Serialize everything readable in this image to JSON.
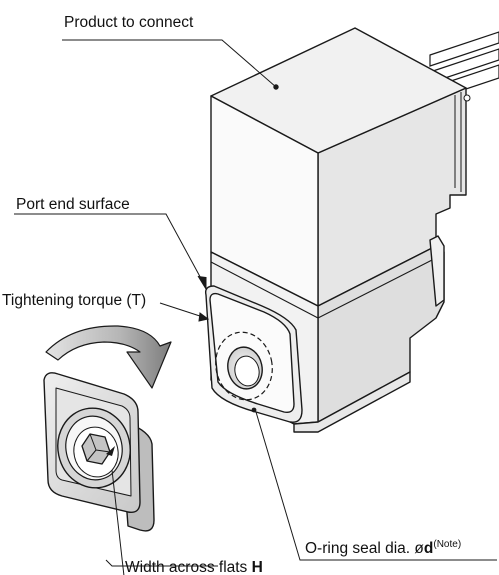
{
  "labels": {
    "product_to_connect": "Product to connect",
    "port_end_surface": "Port end surface",
    "tightening_torque": "Tightening torque (T)",
    "oring_prefix": "O-ring seal dia. ø",
    "oring_symbol": "d",
    "oring_note": "(Note)",
    "width_prefix": "Width across flats ",
    "width_symbol": "H"
  },
  "colors": {
    "line": "#1a1a1a",
    "body_front": "#f6f6f6",
    "body_side": "#e4e4e4",
    "body_top": "#eeeeee",
    "arrow_light": "#dcdcdc",
    "arrow_dark": "#8a8a8a",
    "fitting_face": "#d9d9d9"
  }
}
